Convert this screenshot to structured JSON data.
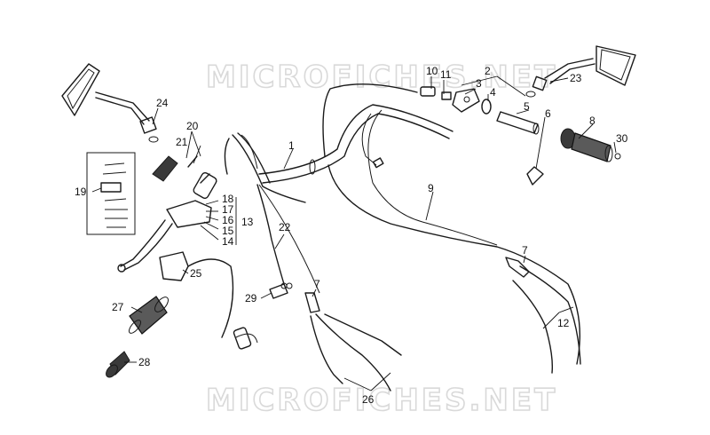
{
  "watermark": {
    "top": "MICROFICHES.NET",
    "bottom": "MICROFICHES.NET"
  },
  "colors": {
    "background": "#ffffff",
    "line": "#1a1a1a",
    "watermark": "#d9d9d9"
  },
  "parts": {
    "p1": "1",
    "p2": "2",
    "p3": "3",
    "p4": "4",
    "p5": "5",
    "p6": "6",
    "p7a": "7",
    "p7b": "7",
    "p8": "8",
    "p9": "9",
    "p10": "10",
    "p11": "11",
    "p12": "12",
    "p13": "13",
    "p14": "14",
    "p15": "15",
    "p16": "16",
    "p17": "17",
    "p18": "18",
    "p19": "19",
    "p20": "20",
    "p21": "21",
    "p22": "22",
    "p23": "23",
    "p24": "24",
    "p25": "25",
    "p26": "26",
    "p27": "27",
    "p28": "28",
    "p29": "29",
    "p30": "30"
  }
}
